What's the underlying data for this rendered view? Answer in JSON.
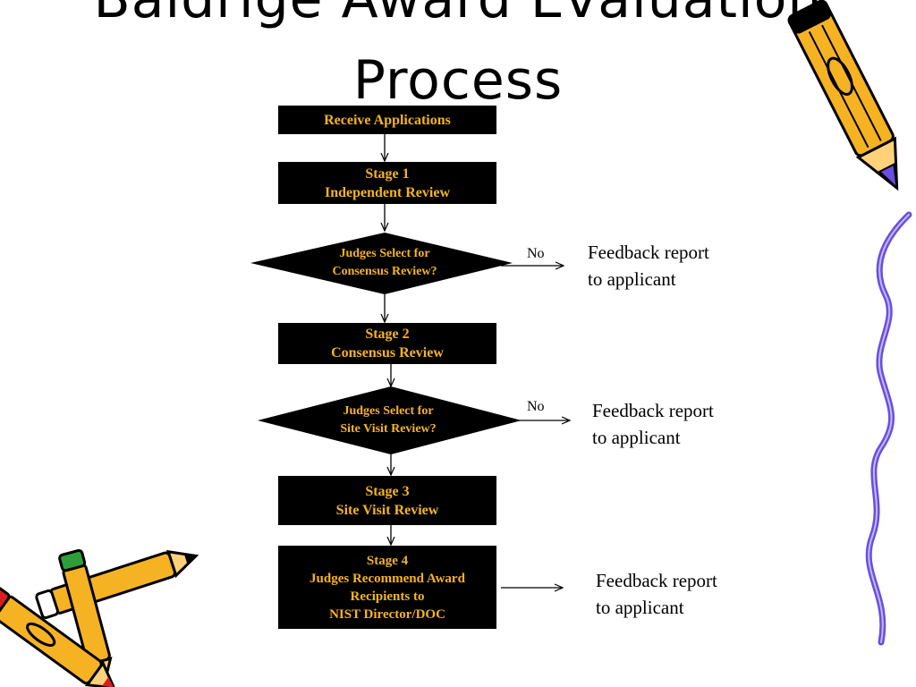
{
  "slide": {
    "title_line1": "Baldrige Award Evaluation",
    "title_line2": "Process"
  },
  "flow": {
    "receive": "Receive Applications",
    "stage1": {
      "line1": "Stage 1",
      "line2": "Independent Review"
    },
    "decision1": {
      "line1": "Judges Select  for",
      "line2": "Consensus Review?"
    },
    "stage2": {
      "line1": "Stage 2",
      "line2": "Consensus Review"
    },
    "decision2": {
      "line1": "Judges Select  for",
      "line2": "Site Visit Review?"
    },
    "stage3": {
      "line1": "Stage 3",
      "line2": "Site Visit Review"
    },
    "stage4": {
      "line1": "Stage 4",
      "line2": "Judges Recommend Award",
      "line3": "Recipients to",
      "line4": "NIST Director/DOC"
    },
    "no1": "No",
    "no2": "No",
    "feedback1": {
      "line1": "Feedback report",
      "line2": "to applicant"
    },
    "feedback2": {
      "line1": "Feedback report",
      "line2": "to applicant"
    },
    "feedback3": {
      "line1": "Feedback report",
      "line2": "to applicant"
    }
  },
  "colors": {
    "box_fill": "#000000",
    "box_text": "#f5b324",
    "pencil_body": "#f5b324",
    "wavy_line": "#6a4ee0"
  },
  "decorations": [
    "pencil-icon",
    "crossed-pencils-icon",
    "wavy-line"
  ]
}
